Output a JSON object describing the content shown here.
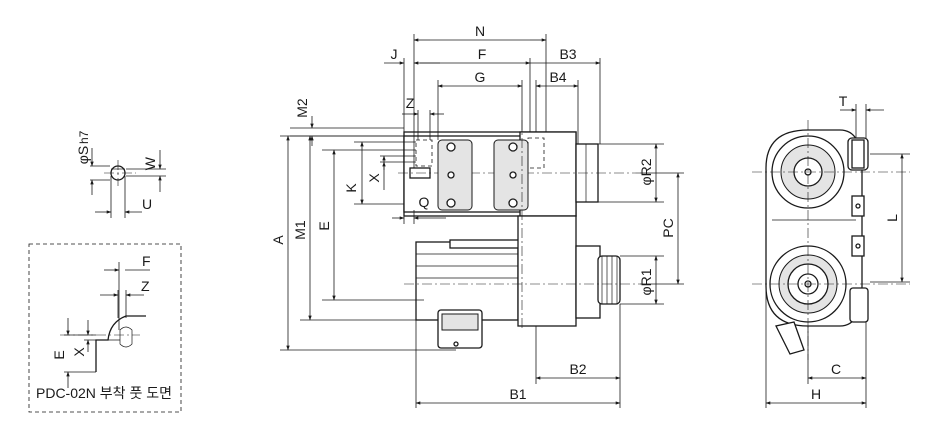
{
  "labels": {
    "phiS": "φS",
    "h7": "h7",
    "W": "W",
    "U": "U",
    "F": "F",
    "Z": "Z",
    "E": "E",
    "X": "X",
    "caption": "PDC-02N 부착 풋 도면",
    "N": "N",
    "J": "J",
    "B3": "B3",
    "G": "G",
    "B4": "B4",
    "M2": "M2",
    "K": "K",
    "Q": "Q",
    "A": "A",
    "M1": "M1",
    "PC": "PC",
    "phiR2": "φR2",
    "phiR1": "φR1",
    "B2": "B2",
    "B1": "B1",
    "T": "T",
    "L": "L",
    "C": "C",
    "H": "H"
  }
}
